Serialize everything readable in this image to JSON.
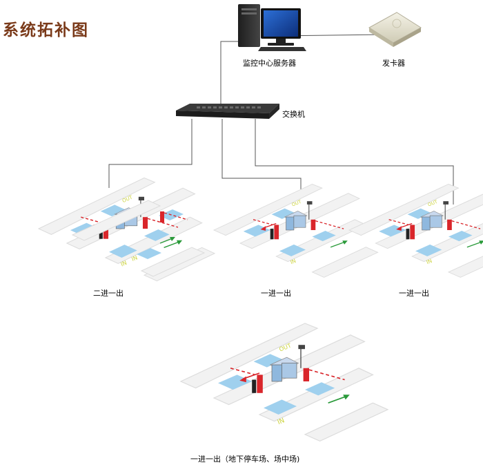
{
  "title": "系统拓补图",
  "devices": {
    "server": {
      "label": "监控中心服务器",
      "icon": "desktop-computer-icon"
    },
    "card_issuer": {
      "label": "发卡器",
      "icon": "card-reader-icon"
    },
    "switch": {
      "label": "交换机",
      "icon": "network-switch-icon"
    }
  },
  "lanes": [
    {
      "label": "二进一出"
    },
    {
      "label": "一进一出"
    },
    {
      "label": "一进一出"
    },
    {
      "label": "一进一出（地下停车场、场中场)"
    }
  ],
  "colors": {
    "title": "#7a3a1a",
    "barrier": "#d9262b",
    "lane_marking": "#9fd0ee",
    "arrow_green": "#2a9a3a",
    "arrow_red": "#d9262b",
    "road": "#ececec",
    "wire": "#555555"
  }
}
